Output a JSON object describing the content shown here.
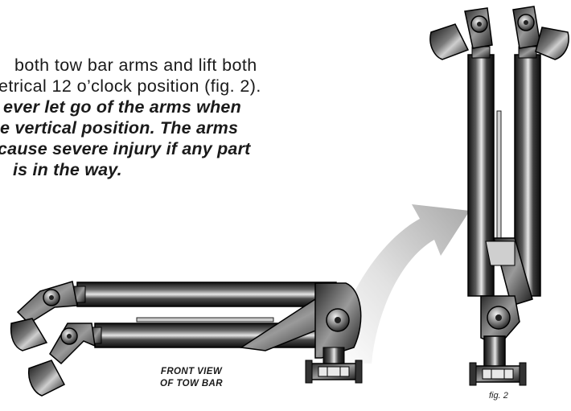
{
  "instructions": {
    "lines": [
      "both tow bar arms and lift both",
      "etrical 12 o’clock position (fig. 2).",
      "ever let go of the arms when",
      "e vertical position. The arms",
      "cause severe injury if any part",
      "is in the way."
    ]
  },
  "captions": {
    "front_view_line1": "FRONT VIEW",
    "front_view_line2": "OF TOW BAR",
    "figure_label": "fig. 2"
  },
  "colors": {
    "metal_dark": "#1c1c1c",
    "metal_mid": "#5a5a5a",
    "metal_light": "#d8d8d8",
    "arrow_gray": "#bdbdbd"
  }
}
